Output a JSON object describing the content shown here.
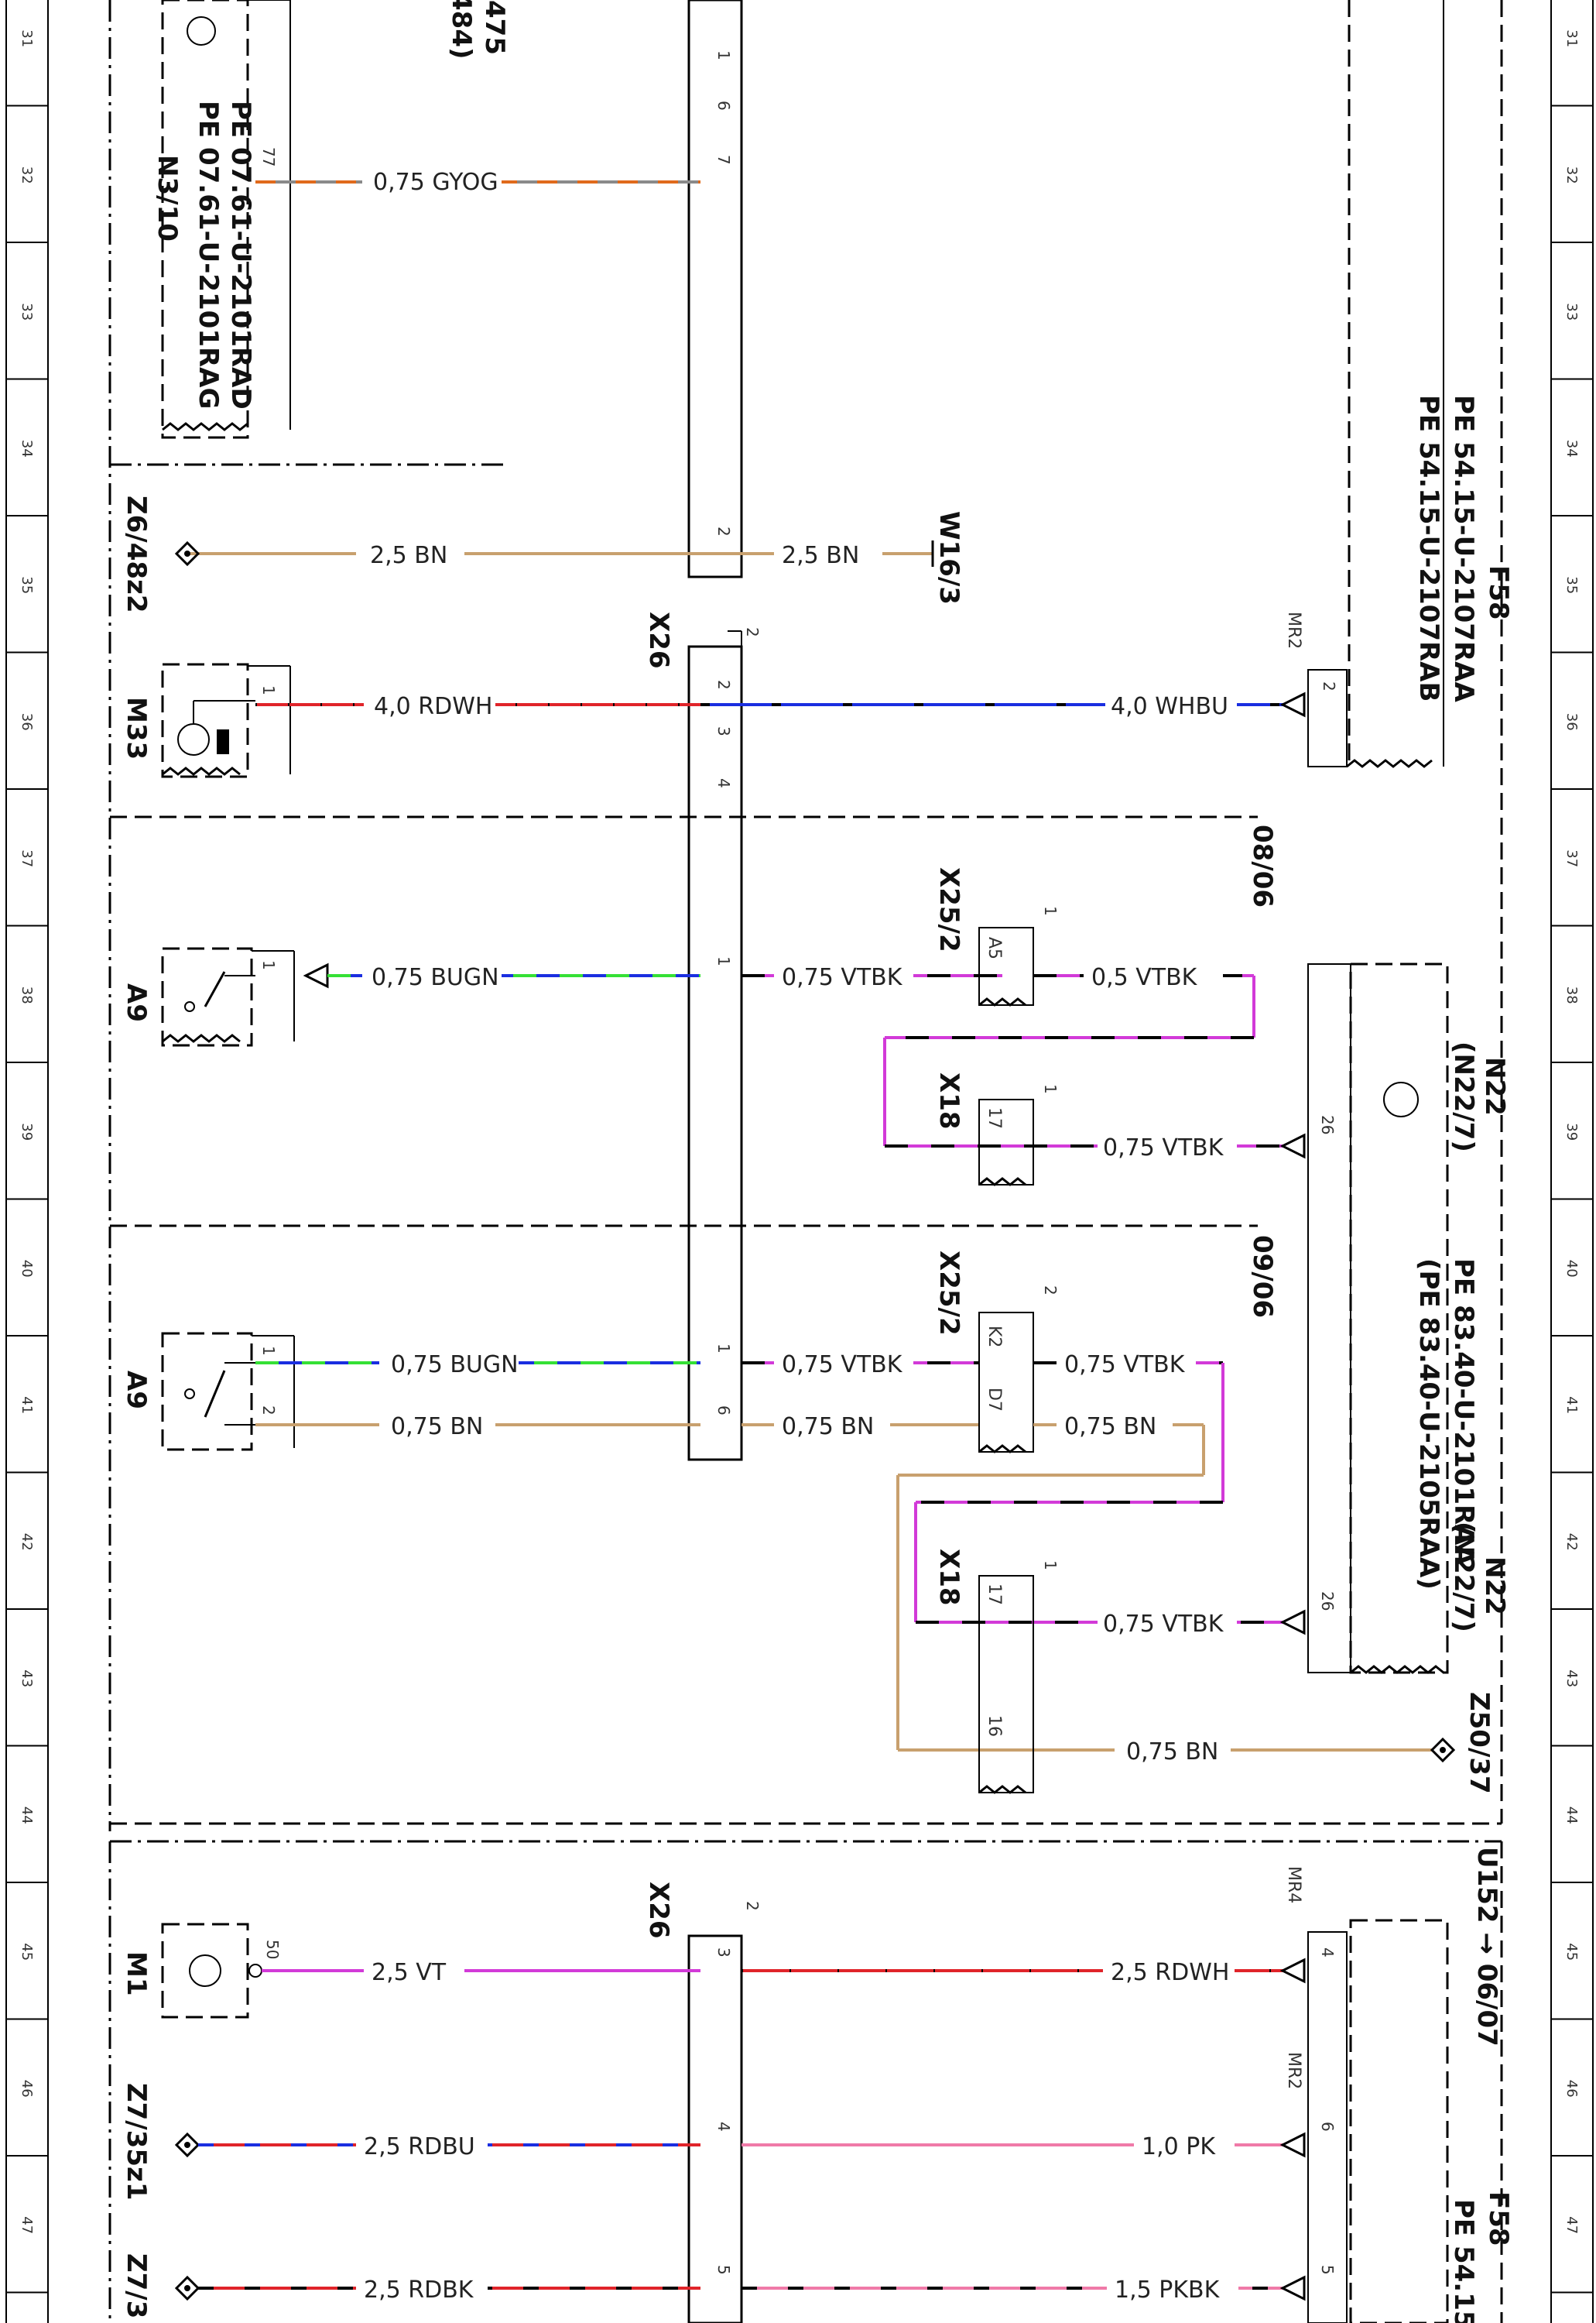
{
  "grid": {
    "rows": [
      "31",
      "32",
      "33",
      "34",
      "35",
      "36",
      "37",
      "38",
      "39",
      "40",
      "41",
      "42",
      "43",
      "44",
      "45",
      "46",
      "47"
    ]
  },
  "components": {
    "n3_10": {
      "id": "N3/10",
      "pe1": "PE 07.61-U-2101RAD",
      "pe2": "PE 07.61-U-2101RAG",
      "partial_top1": "475",
      "partial_top2": "484)"
    },
    "z6_48z2": {
      "id": "Z6/48z2"
    },
    "w16_3": {
      "id": "W16/3"
    },
    "m33": {
      "id": "M33"
    },
    "x26_top": {
      "id": "X26",
      "pin_top": "2"
    },
    "f58_top": {
      "id": "F58",
      "pe1": "PE 54.15-U-2107RAA",
      "pe2": "PE 54.15-U-2107RAB",
      "mr": "MR2"
    },
    "a9_a": {
      "id": "A9"
    },
    "x25_2_a": {
      "id": "X25/2",
      "pin": "A5"
    },
    "x18_a": {
      "id": "X18",
      "pin": "17"
    },
    "n22_a": {
      "id": "N22",
      "sub": "(N22/7)"
    },
    "ref_08_06": {
      "text": "08/06"
    },
    "a9_b": {
      "id": "A9"
    },
    "x25_2_b": {
      "id": "X25/2",
      "pin1": "K2",
      "pin2": "D7"
    },
    "x18_b": {
      "id": "X18",
      "pin1": "17",
      "pin2": "16"
    },
    "n22_b": {
      "id": "N22",
      "sub": "(N22/7)",
      "pe1": "PE 83.40-U-2101RAA",
      "pe2": "(PE 83.40-U-2105RAA)"
    },
    "ref_09_06": {
      "text": "09/06"
    },
    "z50_37": {
      "id": "Z50/37"
    },
    "m1": {
      "id": "M1"
    },
    "x26_bottom": {
      "id": "X26",
      "pin_top": "2"
    },
    "u152": {
      "text": "U152 → 06/07"
    },
    "z7_35z1": {
      "id": "Z7/35z1"
    },
    "z7_3": {
      "id": "Z7/3"
    },
    "f58_bottom": {
      "id": "F58",
      "pe": "PE 54.15",
      "mr4": "MR4",
      "mr2": "MR2"
    }
  },
  "wires": {
    "w_gyog": "0,75 GYOG",
    "w_bn_z6": "2,5 BN",
    "w_bn_w16": "2,5 BN",
    "w_rdwh_m33": "4,0 RDWH",
    "w_whbu": "4,0 WHBU",
    "w_bugn_a": "0,75 BUGN",
    "w_vtbk_a1": "0,75 VTBK",
    "w_vtbk_a2": "0,5 VTBK",
    "w_vtbk_a3": "0,75 VTBK",
    "w_bugn_b": "0,75 BUGN",
    "w_bn_b": "0,75 BN",
    "w_vtbk_b1": "0,75 VTBK",
    "w_bn_b2": "0,75 BN",
    "w_vtbk_b2": "0,75 VTBK",
    "w_bn_b3": "0,75 BN",
    "w_vtbk_b3": "0,75 VTBK",
    "w_bn_z50": "0,75 BN",
    "w_vt_m1": "2,5 VT",
    "w_rdwh_m1": "2,5 RDWH",
    "w_rdbu": "2,5 RDBU",
    "w_pk": "1,0 PK",
    "w_rdbk": "2,5 RDBK",
    "w_pkbk": "1,5 PKBK"
  },
  "pins": {
    "n3_77": "77",
    "x26_1": "1",
    "x26_6": "6",
    "x26_7": "7",
    "x26_2a": "2",
    "m33_1": "1",
    "x26_2b": "2",
    "x26_3": "3",
    "x26_4": "4",
    "f58_2": "2",
    "a9a_1": "1",
    "x26_1b": "1",
    "x25_1": "1",
    "n22_26a": "26",
    "x18_1a": "1",
    "a9b_1": "1",
    "a9b_2": "2",
    "x26_1c": "1",
    "x26_6c": "6",
    "x25_2b": "2",
    "x18_1b": "1",
    "n22_26b": "26",
    "m1_50": "50",
    "x26_3d": "3",
    "x26_4d": "4",
    "x26_5d": "5",
    "f58_4": "4",
    "f58_6": "6",
    "f58_5": "5"
  },
  "colors": {
    "gray": "#8a8a8a",
    "orange": "#e06a1c",
    "brown": "#c8a06e",
    "red": "#e0242a",
    "white": "#ffffff",
    "blue": "#1a2ee0",
    "green": "#35e035",
    "violet": "#d23ad8",
    "black": "#000000",
    "pink": "#f07aa8"
  }
}
